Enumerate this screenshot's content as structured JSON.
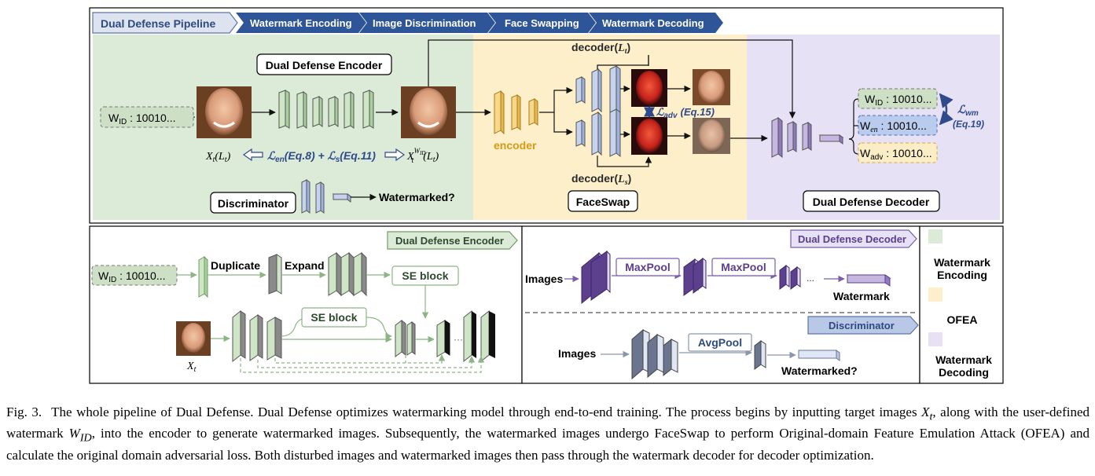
{
  "pipeline": {
    "title": "Dual Defense Pipeline",
    "steps": [
      "Watermark Encoding",
      "Image Discrimination",
      "Face Swapping",
      "Watermark Decoding"
    ]
  },
  "top": {
    "encoder_title": "Dual Defense Encoder",
    "watermark_input": "W",
    "watermark_input_sub": "ID",
    "watermark_input_value": " : 10010...",
    "xt_label": "X",
    "xt_sub": "t",
    "xt_paren": "(L",
    "xt_paren_sub": "t",
    "xt_close": ")",
    "loss_en": "ℒ",
    "loss_en_sub": "en",
    "loss_en_eq": "(Eq.8) + ",
    "loss_s": "ℒ",
    "loss_s_sub": "s",
    "loss_s_eq": "(Eq.11)",
    "xw_label": "X",
    "xw_sub": "t",
    "xw_sup": "W",
    "xw_sup_sub": "ID",
    "discriminator_title": "Discriminator",
    "watermarked_question": "Watermarked?",
    "decoder_lt": "decoder(",
    "decoder_lt_var": "L",
    "decoder_lt_sub": "t",
    "decoder_ls_var": "L",
    "decoder_ls_sub": "s",
    "decoder_close": ")",
    "loss_adv": "ℒ",
    "loss_adv_sub": "adv",
    "loss_adv_eq": "(Eq.15)",
    "encoder_word": "encoder",
    "faceswap_title": "FaceSwap",
    "decoder_title": "Dual Defense Decoder",
    "w_id": "W",
    "w_id_sub": "ID",
    "w_id_value": " : 10010...",
    "w_en": "W",
    "w_en_sub": "en",
    "w_en_value": " : 10010...",
    "w_adv": "W",
    "w_adv_sub": "adv",
    "w_adv_value": " : 10010...",
    "loss_wm": "ℒ",
    "loss_wm_sub": "wm",
    "loss_wm_eq": "(Eq.19)"
  },
  "bottom_left": {
    "tag": "Dual Defense Encoder",
    "w_input": "W",
    "w_input_sub": "ID",
    "w_input_value": " : 10010...",
    "duplicate": "Duplicate",
    "expand": "Expand",
    "se_block_1": "SE block",
    "se_block_2": "SE block",
    "xt": "X",
    "xt_sub": "t"
  },
  "bottom_mid": {
    "decoder_tag": "Dual Defense Decoder",
    "images_1": "Images",
    "maxpool_1": "MaxPool",
    "maxpool_2": "MaxPool",
    "ellipsis": "...",
    "watermark": "Watermark",
    "discriminator_tag": "Discriminator",
    "images_2": "Images",
    "avgpool": "AvgPool",
    "watermarked_question": "Watermarked?"
  },
  "legend": [
    {
      "label_1": "Watermark",
      "label_2": "Encoding",
      "color": "#dcebd7"
    },
    {
      "label_1": "OFEA",
      "label_2": "",
      "color": "#fdefc9"
    },
    {
      "label_1": "Watermark",
      "label_2": "Decoding",
      "color": "#e6e1f4"
    }
  ],
  "caption": {
    "label": "Fig. 3.",
    "text_1": "The whole pipeline of Dual Defense. Dual Defense optimizes watermarking model through end-to-end training. The process begins by inputting target images ",
    "xt": "X",
    "xt_sub": "t",
    "text_2": ", along with the user-defined watermark ",
    "wid": "W",
    "wid_sub": "ID",
    "text_3": ", into the encoder to generate watermarked images. Subsequently, the watermarked images undergo FaceSwap to perform Original-domain Feature Emulation Attack (OFEA) and calculate the original domain adversarial loss. Both disturbed images and watermarked images then pass through the watermark decoder for decoder optimization."
  },
  "colors": {
    "green_panel": "#dcebd7",
    "yellow_panel": "#fdefc9",
    "purple_panel": "#e6e1f4",
    "pipeline_blue": "#2e5597",
    "loss_blue": "#2f4a8a"
  }
}
